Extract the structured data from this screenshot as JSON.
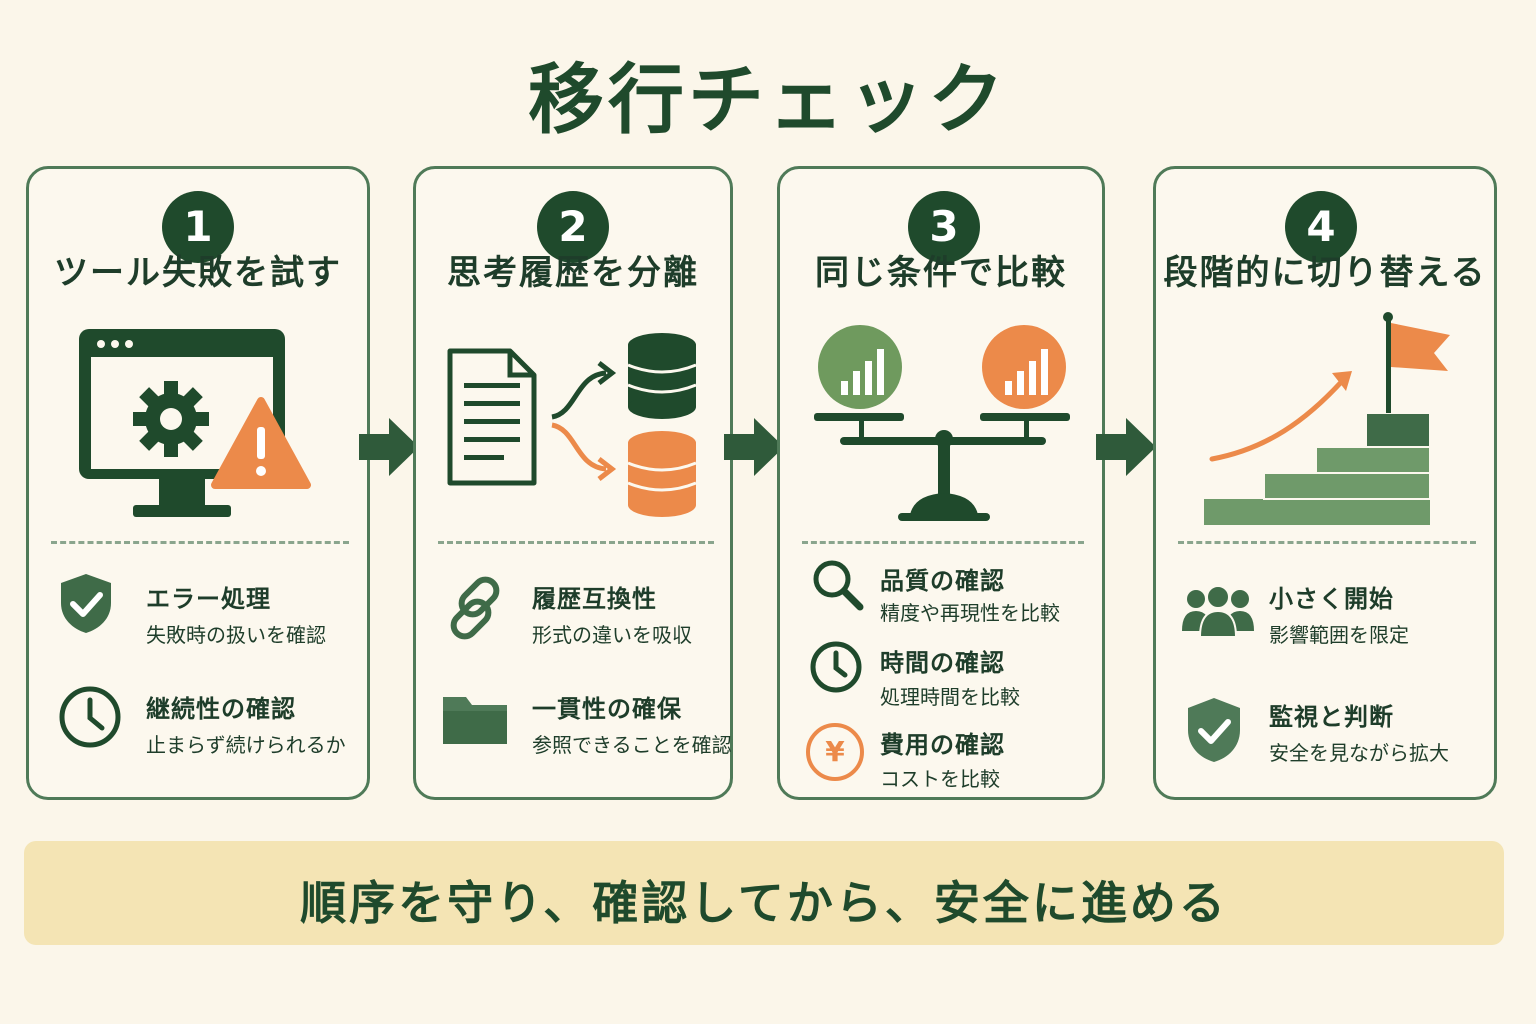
{
  "title": "移行チェック",
  "steps": [
    {
      "number": "1",
      "title": "ツール失敗を試す",
      "items": [
        {
          "icon": "shield-check-icon",
          "head": "エラー処理",
          "sub": "失敗時の扱いを確認"
        },
        {
          "icon": "clock-icon",
          "head": "継続性の確認",
          "sub": "止まらず続けられるか"
        }
      ]
    },
    {
      "number": "2",
      "title": "思考履歴を分離",
      "items": [
        {
          "icon": "link-icon",
          "head": "履歴互換性",
          "sub": "形式の違いを吸収"
        },
        {
          "icon": "folder-icon",
          "head": "一貫性の確保",
          "sub": "参照できることを確認"
        }
      ]
    },
    {
      "number": "3",
      "title": "同じ条件で比較",
      "items": [
        {
          "icon": "magnifier-icon",
          "head": "品質の確認",
          "sub": "精度や再現性を比較"
        },
        {
          "icon": "clock-icon",
          "head": "時間の確認",
          "sub": "処理時間を比較"
        },
        {
          "icon": "yen-icon",
          "head": "費用の確認",
          "sub": "コストを比較"
        }
      ]
    },
    {
      "number": "4",
      "title": "段階的に切り替える",
      "items": [
        {
          "icon": "people-icon",
          "head": "小さく開始",
          "sub": "影響範囲を限定"
        },
        {
          "icon": "shield-check-icon",
          "head": "監視と判断",
          "sub": "安全を見ながら拡大"
        }
      ]
    }
  ],
  "yen_symbol": "¥",
  "banner": "順序を守り、確認してから、安全に進める",
  "colors": {
    "dark_green": "#1f4a2c",
    "mid_green": "#4f7a58",
    "light_green": "#6f9a6a",
    "orange": "#ec8a4a",
    "background": "#fbf6ea",
    "banner": "#f4e4b4"
  }
}
